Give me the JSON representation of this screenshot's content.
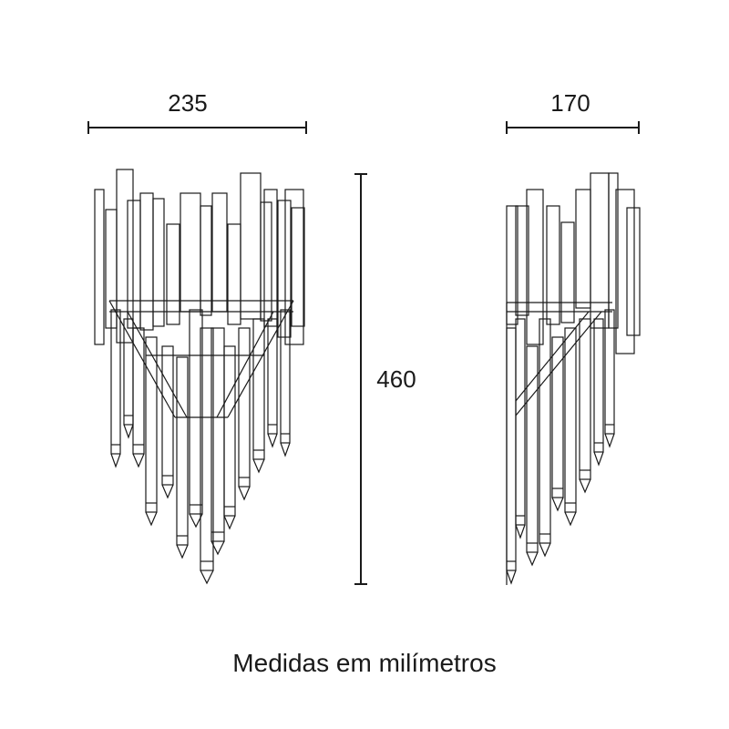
{
  "dimensions": {
    "front_width": "235",
    "side_width": "170",
    "height": "460"
  },
  "caption": "Medidas em milímetros",
  "colors": {
    "line": "#1a1a1a",
    "background": "#ffffff"
  }
}
